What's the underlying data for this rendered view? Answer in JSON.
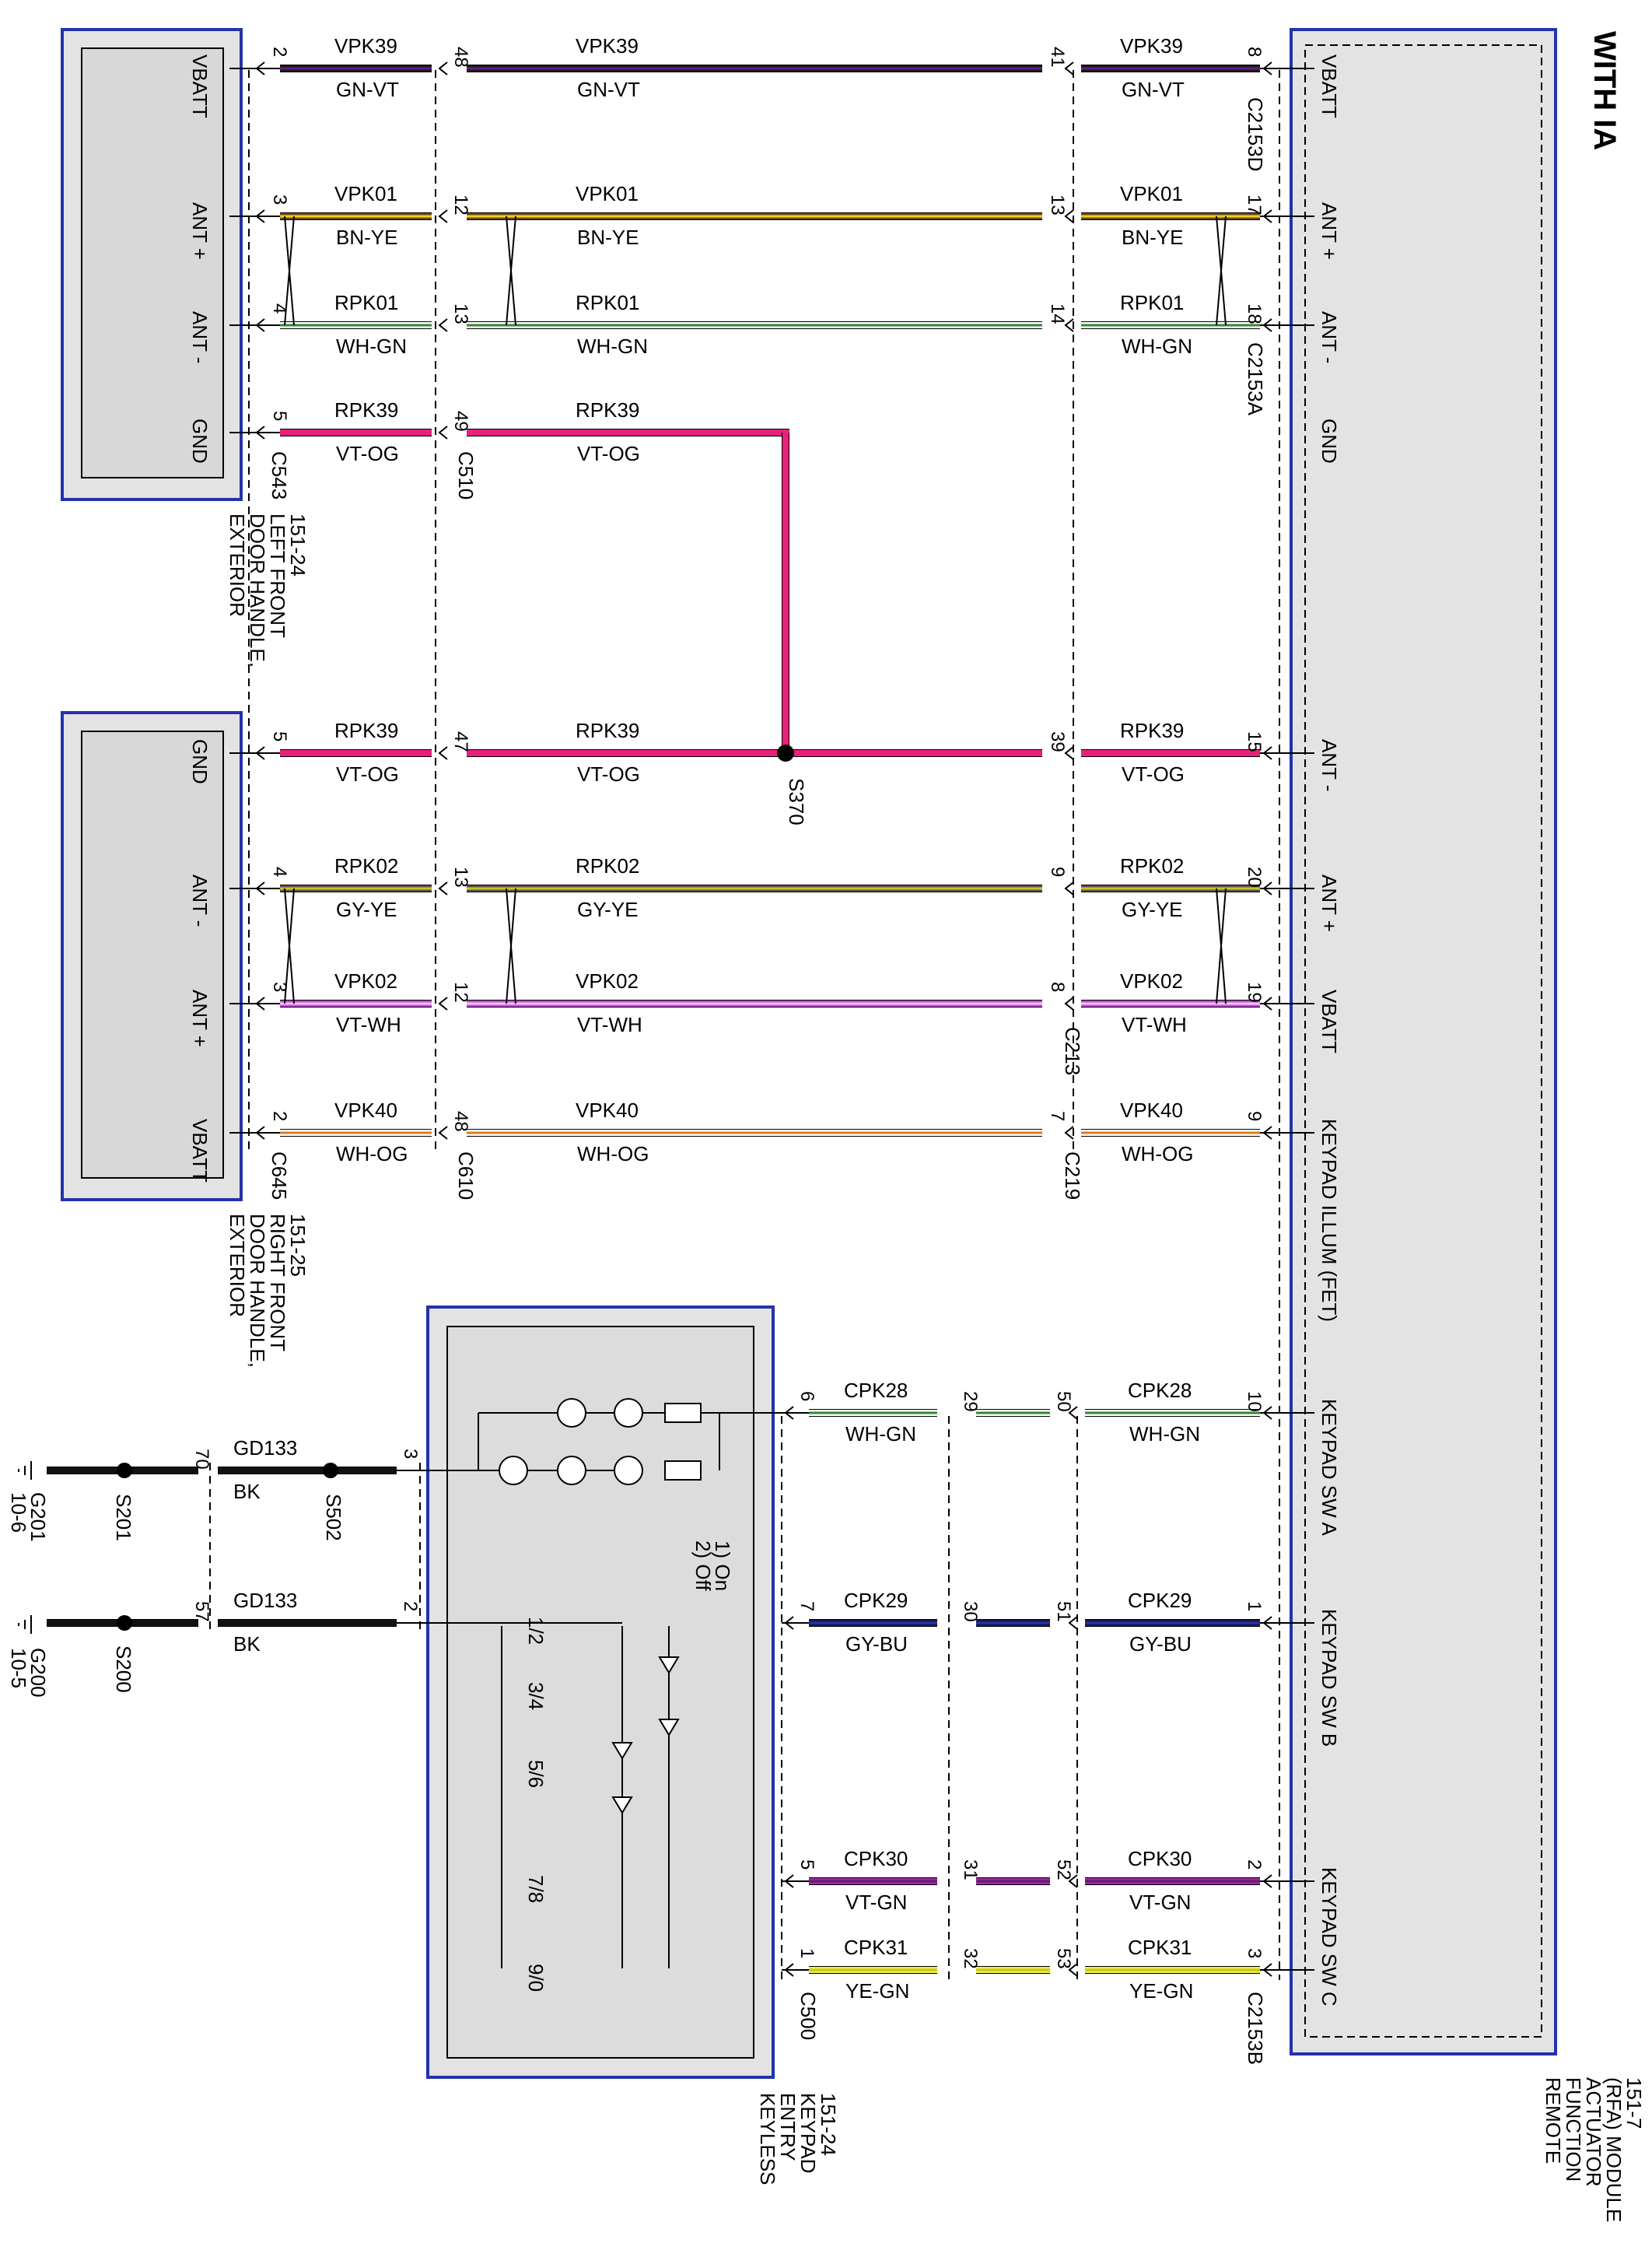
{
  "title": "WITH IA",
  "colors": {
    "GN-VT": {
      "base": "#1a1a1a",
      "stripe": "#6a1a8a"
    },
    "BN-YE": {
      "base": "#6b4a1a",
      "stripe": "#f2d21a"
    },
    "WH-GN": {
      "base": "#ffffff",
      "stripe": "#2f8a2f"
    },
    "VT-OG": {
      "base": "#e8217a",
      "stripe": "#e8217a"
    },
    "GY-YE": {
      "base": "#555555",
      "stripe": "#d6c21a"
    },
    "VT-WH": {
      "base": "#c04ad6",
      "stripe": "#f2c6f4"
    },
    "WH-OG": {
      "base": "#ffffff",
      "stripe": "#e07a1a"
    },
    "GY-BU": {
      "base": "#1a1a4a",
      "stripe": "#2233aa"
    },
    "VT-GN": {
      "base": "#9a2aa0",
      "stripe": "#6a1a6a"
    },
    "YE-GN": {
      "base": "#f0ec4a",
      "stripe": "#c8c81a"
    },
    "BK": {
      "base": "#111111",
      "stripe": "#111111"
    }
  },
  "modules": {
    "rfa": {
      "lines": [
        "REMOTE",
        "FUNCTION",
        "ACTUATOR",
        "(RFA) MODULE",
        "151-7"
      ]
    },
    "left_front": {
      "lines": [
        "EXTERIOR",
        "DOOR HANDLE,",
        "LEFT FRONT",
        "151-24"
      ]
    },
    "right_front": {
      "lines": [
        "EXTERIOR",
        "DOOR HANDLE,",
        "RIGHT FRONT",
        "151-25"
      ]
    },
    "keypad": {
      "lines": [
        "KEYLESS",
        "ENTRY",
        "KEYPAD",
        "151-24"
      ]
    }
  },
  "rfa_pins": [
    "VBATT",
    "ANT +",
    "ANT -",
    "GND",
    "ANT -",
    "ANT +",
    "VBATT",
    "KEYPAD ILLUM (FET)",
    "KEYPAD SW A",
    "KEYPAD SW B",
    "KEYPAD SW C"
  ],
  "lf_pins": [
    "VBATT",
    "ANT +",
    "ANT -",
    "GND"
  ],
  "rf_pins": [
    "GND",
    "ANT -",
    "ANT +",
    "VBATT"
  ],
  "keypad_notes": [
    "1) On",
    "2) Off"
  ],
  "switch_labels": [
    "1/2",
    "3/4",
    "5/6",
    "7/8",
    "9/0"
  ],
  "connectors": [
    "C543",
    "C510",
    "C2153D",
    "C2153A",
    "C645",
    "C610",
    "C219",
    "C213",
    "C500",
    "C2153B",
    "S370",
    "S502",
    "S201",
    "S200",
    "G201",
    "10-6",
    "G200",
    "10-5"
  ],
  "wires": [
    {
      "circuit": "VPK39",
      "color": "GN-VT",
      "pins": [
        "2",
        "48",
        "41",
        "8"
      ]
    },
    {
      "circuit": "VPK01",
      "color": "BN-YE",
      "pins": [
        "3",
        "12",
        "13",
        "17"
      ]
    },
    {
      "circuit": "RPK01",
      "color": "WH-GN",
      "pins": [
        "4",
        "13",
        "14",
        "18"
      ]
    },
    {
      "circuit": "RPK39",
      "color": "VT-OG",
      "pins": [
        "5",
        "49"
      ]
    },
    {
      "circuit": "RPK39",
      "color": "VT-OG",
      "pins": [
        "5",
        "47",
        "39",
        "15"
      ]
    },
    {
      "circuit": "RPK02",
      "color": "GY-YE",
      "pins": [
        "4",
        "13",
        "9",
        "20"
      ]
    },
    {
      "circuit": "VPK02",
      "color": "VT-WH",
      "pins": [
        "3",
        "12",
        "8",
        "19"
      ]
    },
    {
      "circuit": "VPK40",
      "color": "WH-OG",
      "pins": [
        "2",
        "48",
        "7",
        "9"
      ]
    },
    {
      "circuit": "CPK28",
      "color": "WH-GN",
      "pins": [
        "6",
        "29",
        "50",
        "10"
      ]
    },
    {
      "circuit": "CPK29",
      "color": "GY-BU",
      "pins": [
        "7",
        "30",
        "51",
        "1"
      ]
    },
    {
      "circuit": "CPK30",
      "color": "VT-GN",
      "pins": [
        "5",
        "31",
        "52",
        "2"
      ]
    },
    {
      "circuit": "CPK31",
      "color": "YE-GN",
      "pins": [
        "1",
        "32",
        "53",
        "3"
      ]
    }
  ],
  "grounds": [
    {
      "circuit": "GD133",
      "color": "BK",
      "pins": [
        "3",
        "70"
      ]
    },
    {
      "circuit": "GD133",
      "color": "BK",
      "pins": [
        "2",
        "57"
      ]
    }
  ]
}
